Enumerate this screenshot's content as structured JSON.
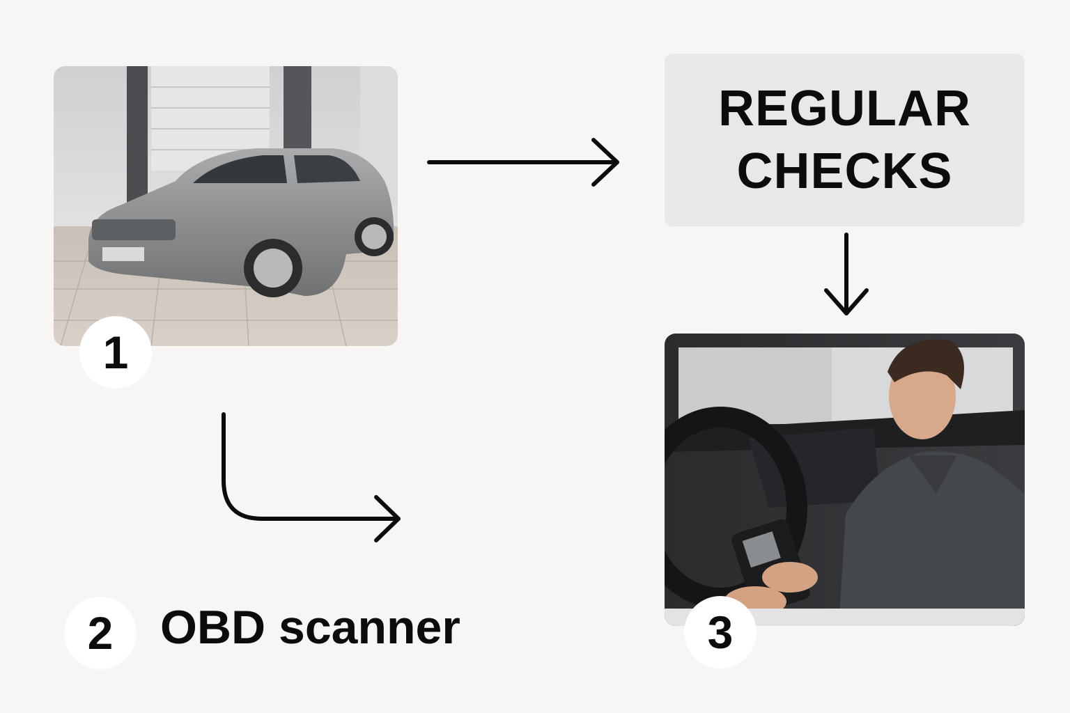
{
  "steps": [
    {
      "number": "1",
      "icon": "car-photo"
    },
    {
      "number": "2",
      "label": "OBD scanner"
    },
    {
      "number": "3",
      "icon": "mechanic-with-scanner-photo"
    }
  ],
  "checks_box": {
    "line1": "REGULAR",
    "line2": "CHECKS"
  }
}
